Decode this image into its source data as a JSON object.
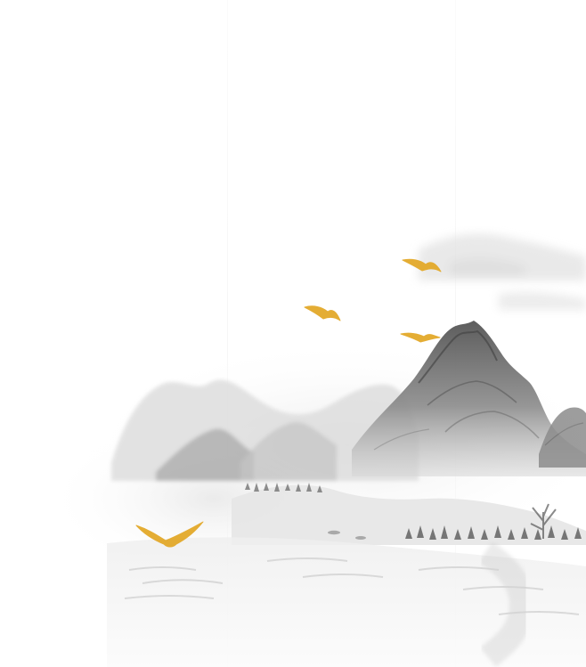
{
  "scene": {
    "subject": "ink-wash-landscape",
    "palette": {
      "background": "#ffffff",
      "ink_dark": "#5b5b5b",
      "ink_mid": "#8f8f8f",
      "ink_light": "#cfcfcf",
      "mist": "#eeeeee",
      "water": "#e6e6e6",
      "bird_gold": "#e3a92a"
    },
    "elements": {
      "birds": 4,
      "mountain_ranges": 3,
      "panel_seams": 2
    }
  }
}
